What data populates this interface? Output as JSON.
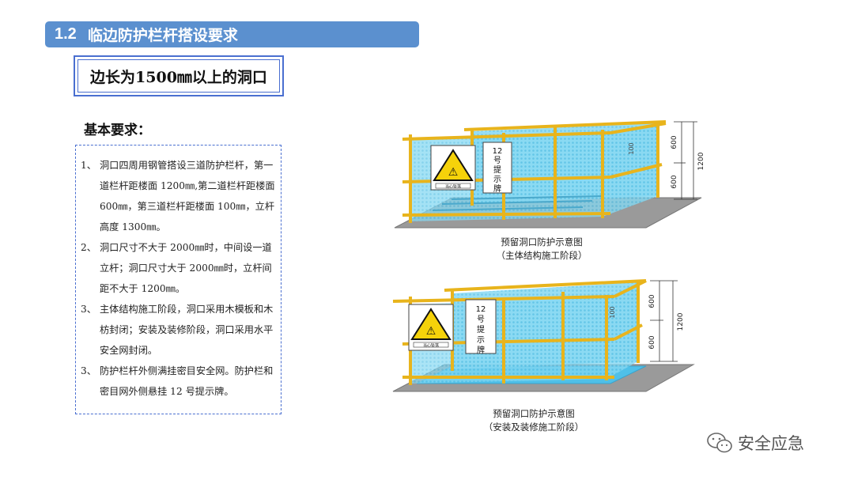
{
  "title": {
    "number": "1.2",
    "text": "临边防护栏杆搭设要求"
  },
  "subtitle": "边长为1500㎜以上的洞口",
  "requirements_heading": "基本要求：",
  "requirements": [
    {
      "num": "1、",
      "text": "洞口四周用钢管搭设三道防护栏杆，第一道栏杆距楼面 1200㎜,第二道栏杆距楼面 600㎜，第三道栏杆距楼面 100㎜，立杆高度 1300㎜。"
    },
    {
      "num": "2、",
      "text": "洞口尺寸不大于 2000㎜时，中间设一道立杆；洞口尺寸大于 2000㎜时，立杆间距不大于 1200㎜。"
    },
    {
      "num": "3、",
      "text": "主体结构施工阶段，洞口采用木模板和木枋封闭；安装及装修阶段，洞口采用水平安全网封闭。"
    },
    {
      "num": "3、",
      "text": "防护栏杆外侧满挂密目安全网。防护栏和密目网外侧悬挂 12 号提示牌。"
    }
  ],
  "figure1": {
    "sign_text": "12号提示牌",
    "warning_label": "当心坠落",
    "dims": {
      "upper": "600",
      "lower": "600",
      "total": "1200",
      "small": "100"
    },
    "caption_line1": "预留洞口防护示意图",
    "caption_line2": "（主体结构施工阶段）"
  },
  "figure2": {
    "sign_text": "12号提示牌",
    "warning_label": "当心坠落",
    "dims": {
      "upper": "600",
      "lower": "600",
      "total": "1200",
      "small": "100"
    },
    "caption_line1": "预留洞口防护示意图",
    "caption_line2": "（安装及装修施工阶段）"
  },
  "watermark": {
    "text": "安全应急",
    "icon": "wechat-icon"
  },
  "colors": {
    "title_bar": "#5b90cf",
    "frame_blue": "#4a6fd0",
    "pipe_yellow": "#e8b41c",
    "net_cyan": "#7fd6f0",
    "warning_yellow": "#f5d20a"
  }
}
